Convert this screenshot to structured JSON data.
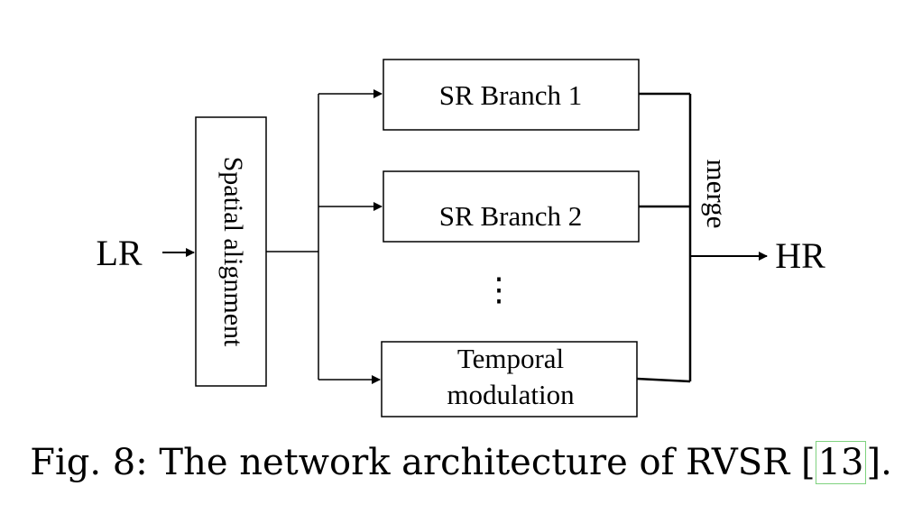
{
  "diagram": {
    "input_label": "LR",
    "output_label": "HR",
    "alignment_block": "Spatial alignment",
    "branches": {
      "branch1": "SR Branch 1",
      "branch2": "SR Branch 2",
      "ellipsis": "⋮",
      "temporal_line1": "Temporal",
      "temporal_line2": "modulation"
    },
    "merge_label": "merge"
  },
  "caption": {
    "prefix": "Fig. 8: The network architecture of RVSR [",
    "citation": "13",
    "suffix": "]."
  },
  "colors": {
    "stroke": "#000000",
    "citation_box": "#7fd27f"
  }
}
